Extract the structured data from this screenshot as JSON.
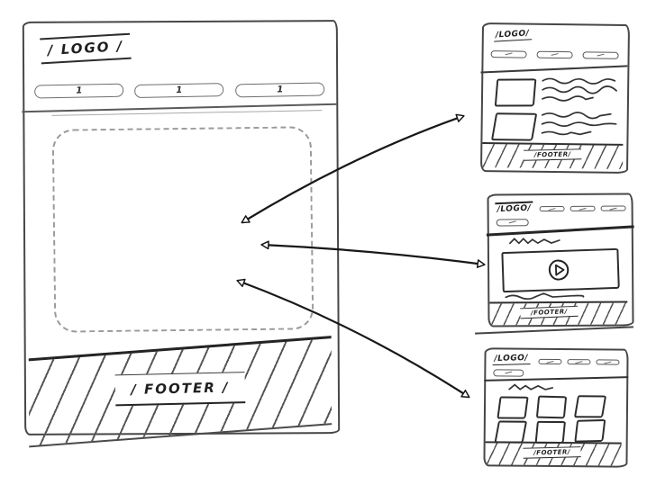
{
  "canvas": {
    "paper_color": "#ffffff",
    "ink_color": "#1e1e1e",
    "pencil_color": "#6e6e6e"
  },
  "main_page": {
    "logo": "/ LOGO /",
    "nav": [
      {
        "label": "1"
      },
      {
        "label": "1"
      },
      {
        "label": "1"
      }
    ],
    "footer": "/ FOOTER /"
  },
  "thumbnails": [
    {
      "kind": "list",
      "logo": "/LOGO/",
      "footer": "/FOOTER/"
    },
    {
      "kind": "media",
      "logo": "/LOGO/",
      "footer": "/FOOTER/",
      "media_icon": "play"
    },
    {
      "kind": "grid",
      "logo": "/LOGO/",
      "footer": "/FOOTER/"
    }
  ],
  "connectors": [
    {
      "from": "main-content-area",
      "to": "thumbnail-list",
      "style": "double-arrow"
    },
    {
      "from": "main-content-area",
      "to": "thumbnail-media",
      "style": "double-arrow"
    },
    {
      "from": "main-content-area",
      "to": "thumbnail-grid",
      "style": "double-arrow"
    }
  ]
}
